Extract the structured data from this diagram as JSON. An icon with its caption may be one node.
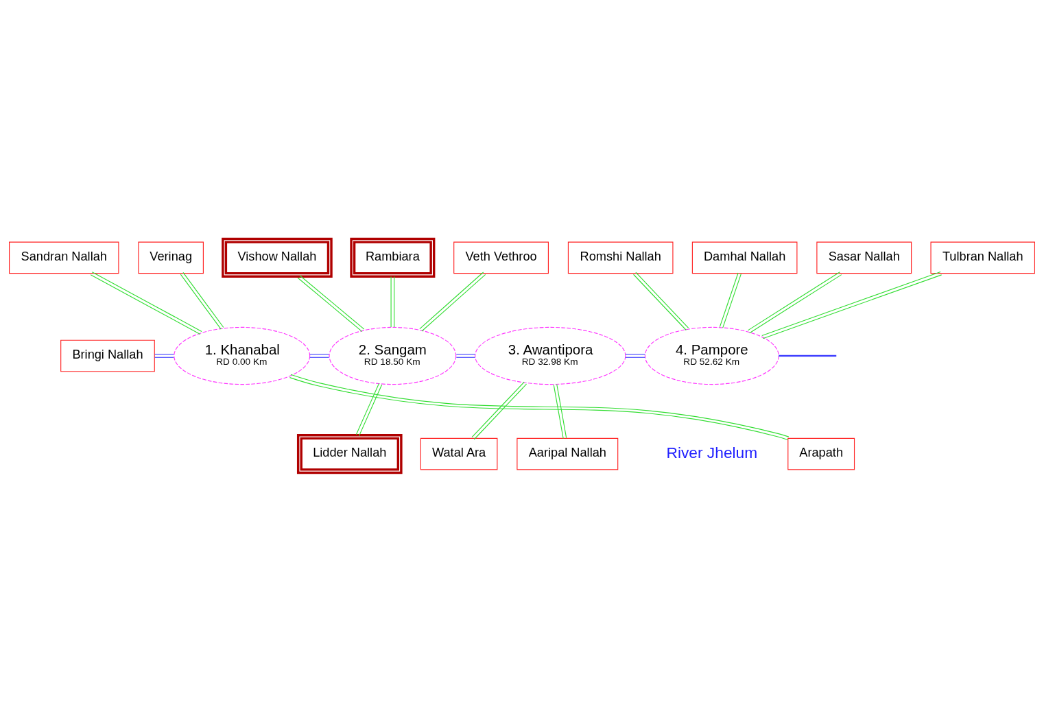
{
  "diagram": {
    "nodes": [
      {
        "text": [
          "Vishow Nallah"
        ]
      },
      {
        "text": [
          "Romshi Nallah"
        ]
      },
      {
        "text": [
          "Rambiara"
        ]
      },
      {
        "text": [
          "Sandran Nallah"
        ]
      },
      {
        "text": [
          "Damhal Nallah"
        ]
      },
      {
        "text": [
          "Verinag"
        ]
      },
      {
        "text": [
          "Veth Vethroo"
        ]
      },
      {
        "text": [
          "Sasar Nallah"
        ]
      },
      {
        "text": [
          "Tulbran Nallah"
        ]
      },
      {
        "text": [
          "Bringi Nallah"
        ]
      },
      {
        "text": [
          "1. Khanabal",
          "RD 0.00 Km"
        ]
      },
      {
        "text": [
          "2. Sangam",
          "RD 18.50 Km"
        ]
      },
      {
        "text": [
          "3. Awantipora",
          "RD 32.98 Km"
        ]
      },
      {
        "text": [
          "4. Pampore",
          "RD 52.62 Km"
        ]
      },
      {
        "text": [
          "Arapath"
        ]
      },
      {
        "text": [
          "Watal Ara"
        ]
      },
      {
        "text": [
          "Aaripal Nallah"
        ]
      },
      {
        "text": [
          "Lidder Nallah"
        ]
      }
    ],
    "edges": [
      {
        "from": 9,
        "to": 10,
        "arrow": "none",
        "color": "#4040ff"
      },
      {
        "from": 10,
        "to": 11,
        "arrow": "none",
        "color": "#4040ff"
      },
      {
        "from": 11,
        "to": 12,
        "arrow": "none",
        "color": "#4040ff"
      },
      {
        "from": 12,
        "to": 13,
        "arrow": "none",
        "color": "#4040ff"
      },
      {
        "from": 13,
        "to": null,
        "arrow": "none",
        "color": "#4040ff"
      },
      {
        "from": 5,
        "to": 10,
        "arrow": "none"
      },
      {
        "from": 3,
        "to": 10,
        "arrow": "none"
      },
      {
        "from": 14,
        "to": 10,
        "arrow": "none"
      },
      {
        "from": 6,
        "to": 11,
        "arrow": "none"
      },
      {
        "from": 0,
        "to": 11,
        "arrow": "none"
      },
      {
        "from": 2,
        "to": 11,
        "arrow": "none"
      },
      {
        "from": 17,
        "to": 11,
        "arrow": "none"
      },
      {
        "from": 15,
        "to": 12,
        "arrow": "none"
      },
      {
        "from": 16,
        "to": 12,
        "arrow": "none"
      },
      {
        "from": 7,
        "to": 13,
        "arrow": "none"
      },
      {
        "from": 1,
        "to": 13,
        "arrow": "none"
      },
      {
        "from": 4,
        "to": 13,
        "arrow": "none"
      },
      {
        "from": 8,
        "to": 13,
        "arrow": "none"
      }
    ],
    "labels": [
      "River Jhelum"
    ]
  }
}
